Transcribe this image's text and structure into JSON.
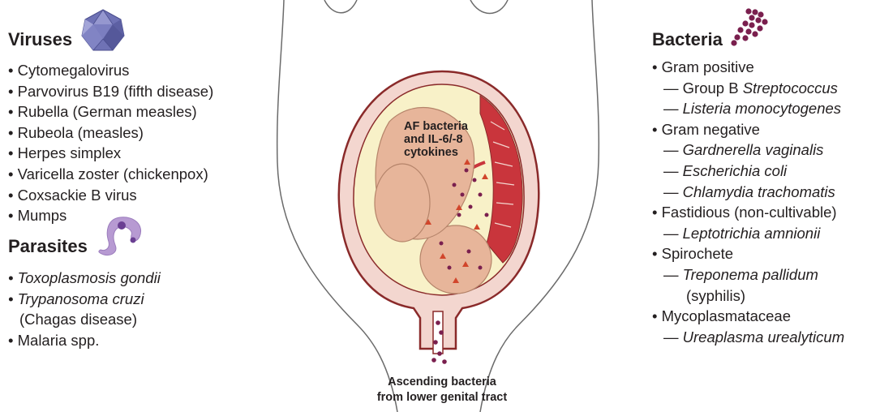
{
  "viruses": {
    "title": "Viruses",
    "icon": "virus-icosahedron-icon",
    "items": [
      "Cytomegalovirus",
      "Parvovirus B19 (fifth disease)",
      "Rubella (German measles)",
      "Rubeola (measles)",
      "Herpes simplex",
      "Varicella zoster (chickenpox)",
      "Coxsackie B virus",
      "Mumps"
    ]
  },
  "parasites": {
    "title": "Parasites",
    "icon": "parasite-icon",
    "items": [
      {
        "name": "Toxoplasmosis gondii"
      },
      {
        "name": "Trypanosoma cruzi",
        "note": "(Chagas disease)"
      },
      {
        "name": "Malaria spp."
      }
    ]
  },
  "bacteria": {
    "title": "Bacteria",
    "icon": "bacteria-cocci-icon",
    "groups": [
      {
        "label": "Gram positive",
        "items": [
          "Group B ",
          "Listeria monocytogenes"
        ],
        "items_italic_part": [
          "Streptococcus",
          ""
        ]
      },
      {
        "label": "Gram negative",
        "items": [
          "Gardnerella vaginalis",
          "Escherichia coli",
          "Chlamydia trachomatis"
        ]
      },
      {
        "label": "Fastidious (non-cultivable)",
        "items": [
          "Leptotrichia amnionii"
        ]
      },
      {
        "label": "Spirochete",
        "items": [
          "Treponema pallidum"
        ],
        "note": "(syphilis)"
      },
      {
        "label": "Mycoplasmataceae",
        "items": [
          "Ureaplasma urealyticum"
        ]
      }
    ]
  },
  "figure": {
    "af_label": [
      "AF bacteria",
      "and IL-6/-8",
      "cytokines"
    ],
    "caption": [
      "Ascending bacteria",
      "from lower genital tract"
    ]
  },
  "colors": {
    "uterus": "#f3d6cf",
    "uterus_outline": "#8a2a2a",
    "amniotic_fluid": "#f8f1c8",
    "placenta": "#c9353c",
    "fetus": "#e7b59a",
    "bacteria": "#7a1f4e",
    "virus": "#6f72b5",
    "parasite": "#b79ad2"
  }
}
